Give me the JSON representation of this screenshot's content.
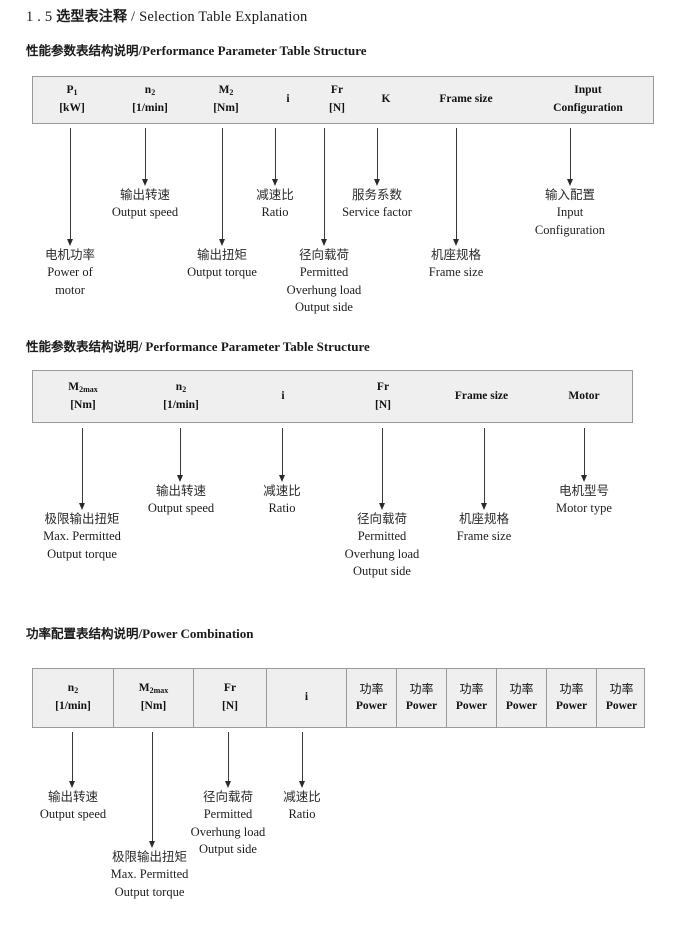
{
  "document": {
    "title_number": "1 . 5",
    "title_cn": "选型表注释",
    "title_sep": "/",
    "title_en": "Selection Table Explanation"
  },
  "sections": [
    {
      "heading_cn": "性能参数表结构说明",
      "heading_sep": "/",
      "heading_en": "Performance Parameter Table Structure",
      "table": {
        "columns": [
          {
            "line1": "P",
            "line1_sub": "1",
            "line2": "[kW]"
          },
          {
            "line1": "n",
            "line1_sub": "2",
            "line2": "[1/min]"
          },
          {
            "line1": "M",
            "line1_sub": "2",
            "line2": "[Nm]"
          },
          {
            "line1": "",
            "line1_sub": "",
            "line2": "i"
          },
          {
            "line1": "Fr",
            "line1_sub": "",
            "line2": "[N]"
          },
          {
            "line1": "",
            "line1_sub": "",
            "line2": "K"
          },
          {
            "line1": "",
            "line1_sub": "",
            "line2": "Frame size"
          },
          {
            "line1": "Input",
            "line1_sub": "",
            "line2": "Configuration"
          }
        ]
      },
      "annotations": [
        {
          "cn": "电机功率",
          "en": [
            "Power of",
            "motor"
          ]
        },
        {
          "cn": "输出转速",
          "en": [
            "Output speed"
          ]
        },
        {
          "cn": "输出扭矩",
          "en": [
            "Output torque"
          ]
        },
        {
          "cn": "减速比",
          "en": [
            "Ratio"
          ]
        },
        {
          "cn": "径向载荷",
          "en": [
            "Permitted",
            "Overhung load",
            "Output side"
          ]
        },
        {
          "cn": "服务系数",
          "en": [
            "Service factor"
          ]
        },
        {
          "cn": "机座规格",
          "en": [
            "Frame size"
          ]
        },
        {
          "cn": "输入配置",
          "en": [
            "Input",
            "Configuration"
          ]
        }
      ]
    },
    {
      "heading_cn": "性能参数表结构说明",
      "heading_sep": "/",
      "heading_en": "Performance Parameter Table Structure",
      "table": {
        "columns": [
          {
            "line1": "M",
            "line1_sub": "2max",
            "line2": "[Nm]"
          },
          {
            "line1": "n",
            "line1_sub": "2",
            "line2": "[1/min]"
          },
          {
            "line1": "",
            "line1_sub": "",
            "line2": "i"
          },
          {
            "line1": "Fr",
            "line1_sub": "",
            "line2": "[N]"
          },
          {
            "line1": "",
            "line1_sub": "",
            "line2": "Frame size"
          },
          {
            "line1": "",
            "line1_sub": "",
            "line2": "Motor"
          }
        ]
      },
      "annotations": [
        {
          "cn": "极限输出扭矩",
          "en": [
            "Max. Permitted",
            "Output  torque"
          ]
        },
        {
          "cn": "输出转速",
          "en": [
            "Output speed"
          ]
        },
        {
          "cn": "减速比",
          "en": [
            "Ratio"
          ]
        },
        {
          "cn": "径向载荷",
          "en": [
            "Permitted",
            "Overhung load",
            "Output side"
          ]
        },
        {
          "cn": "机座规格",
          "en": [
            "Frame size"
          ]
        },
        {
          "cn": "电机型号",
          "en": [
            "Motor type"
          ]
        }
      ]
    },
    {
      "heading_cn": "功率配置表结构说明",
      "heading_sep": "/",
      "heading_en": "Power Combination",
      "table": {
        "columns": [
          {
            "line1": "n",
            "line1_sub": "2",
            "line2": "[1/min]"
          },
          {
            "line1": "M",
            "line1_sub": "2max",
            "line2": "[Nm]"
          },
          {
            "line1": "Fr",
            "line1_sub": "",
            "line2": "[N]"
          },
          {
            "line1": "",
            "line1_sub": "",
            "line2": "i"
          },
          {
            "line1_cn": "功率",
            "line2": "Power"
          },
          {
            "line1_cn": "功率",
            "line2": "Power"
          },
          {
            "line1_cn": "功率",
            "line2": "Power"
          },
          {
            "line1_cn": "功率",
            "line2": "Power"
          },
          {
            "line1_cn": "功率",
            "line2": "Power"
          },
          {
            "line1_cn": "功率",
            "line2": "Power"
          }
        ]
      },
      "annotations": [
        {
          "cn": "输出转速",
          "en": [
            "Output speed"
          ]
        },
        {
          "cn": "极限输出扭矩",
          "en": [
            "Max. Permitted",
            "Output  torque"
          ]
        },
        {
          "cn": "径向载荷",
          "en": [
            "Permitted",
            "Overhung load",
            "Output side"
          ]
        },
        {
          "cn": "减速比",
          "en": [
            "Ratio"
          ]
        }
      ]
    }
  ],
  "colors": {
    "table_fill": "#efefef",
    "table_border": "#9a9a9a",
    "arrow": "#2a2a2a",
    "text": "#1a1a1a"
  }
}
